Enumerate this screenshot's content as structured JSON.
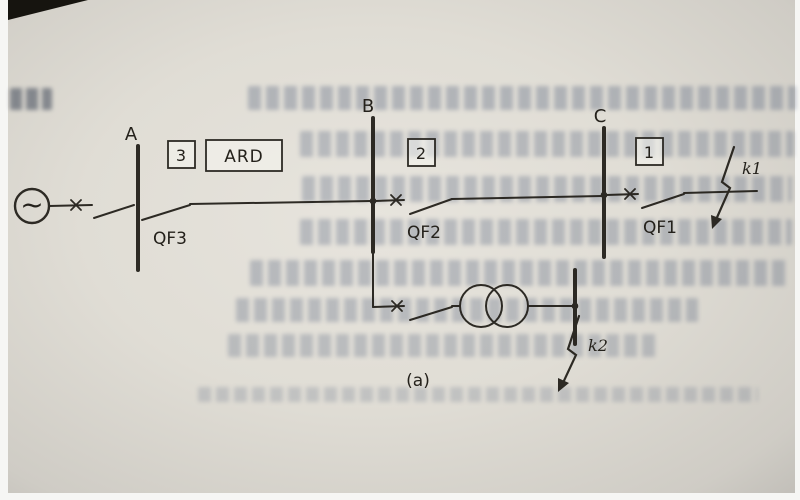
{
  "colors": {
    "ink": "#24211b",
    "paper": "#e2dfd7"
  },
  "diagram": {
    "caption": "(a)",
    "generator": {
      "symbol": "~"
    },
    "buses": [
      {
        "label": "A"
      },
      {
        "label": "B"
      },
      {
        "label": "C"
      }
    ],
    "tags": [
      {
        "label": "3"
      },
      {
        "label": "ARD"
      },
      {
        "label": "2"
      },
      {
        "label": "1"
      }
    ],
    "breakers": [
      {
        "label": "QF3"
      },
      {
        "label": "QF2"
      },
      {
        "label": "QF1"
      }
    ],
    "faults": [
      {
        "label": "k1"
      },
      {
        "label": "k2"
      }
    ]
  }
}
